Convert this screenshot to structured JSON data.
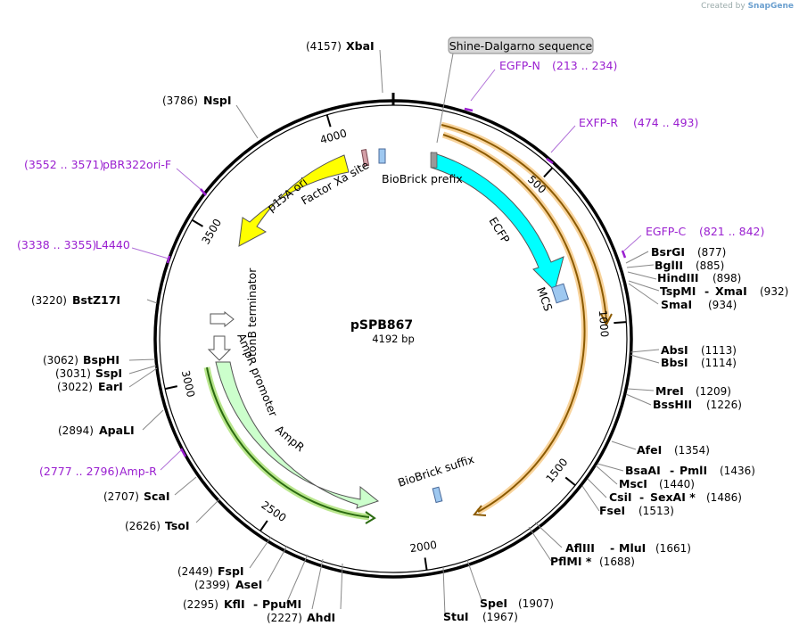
{
  "credit": {
    "prefix": "Created by",
    "brand": "SnapGene"
  },
  "plasmid": {
    "name": "pSPB867",
    "length_label": "4192 bp",
    "length_bp": 4192
  },
  "ticks": [
    "500",
    "1000",
    "1500",
    "2000",
    "2500",
    "3000",
    "3500",
    "4000"
  ],
  "features": [
    {
      "id": "bbprefix",
      "label": "BioBrick prefix",
      "color": "#9ec8f0"
    },
    {
      "id": "ecfp",
      "label": "ECFP",
      "color": "#00ffff"
    },
    {
      "id": "mcs",
      "label": "MCS",
      "color": "#9ec8f0"
    },
    {
      "id": "bbsuffix",
      "label": "BioBrick suffix",
      "color": "#9ec8f0"
    },
    {
      "id": "ampr",
      "label": "AmpR",
      "color": "#ccffcc"
    },
    {
      "id": "amprprom",
      "label": "AmpR promoter",
      "color": "#ccffcc"
    },
    {
      "id": "toonb",
      "label": "tonB terminator",
      "color": "#ffffff"
    },
    {
      "id": "p15a",
      "label": "p15A ori",
      "color": "#ffff00"
    },
    {
      "id": "factorxa",
      "label": "Factor Xa site",
      "color": "#d4a0a8"
    }
  ],
  "callout": {
    "label": "Shine-Dalgarno sequence"
  },
  "primers": [
    {
      "name": "EGFP-N",
      "range": "(213 .. 234)"
    },
    {
      "name": "EXFP-R",
      "range": "(474 .. 493)"
    },
    {
      "name": "EGFP-C",
      "range": "(821 .. 842)"
    },
    {
      "name": "Amp-R",
      "range": "(2777 .. 2796)"
    },
    {
      "name": "L4440",
      "range": "(3338 .. 3355)"
    },
    {
      "name": "pBR322ori-F",
      "range": "(3552 .. 3571)"
    }
  ],
  "sites_right": [
    {
      "parts": [
        "BsrGI"
      ],
      "pos": "(877)"
    },
    {
      "parts": [
        "BglII"
      ],
      "pos": "(885)"
    },
    {
      "parts": [
        "HindIII"
      ],
      "pos": "(898)"
    },
    {
      "parts": [
        "TspMI",
        "XmaI"
      ],
      "pos": "(932)"
    },
    {
      "parts": [
        "SmaI"
      ],
      "pos": "(934)"
    },
    {
      "parts": [
        "AbsI"
      ],
      "pos": "(1113)"
    },
    {
      "parts": [
        "BbsI"
      ],
      "pos": "(1114)"
    },
    {
      "parts": [
        "MreI"
      ],
      "pos": "(1209)"
    },
    {
      "parts": [
        "BssHII"
      ],
      "pos": "(1226)"
    },
    {
      "parts": [
        "AfeI"
      ],
      "pos": "(1354)"
    },
    {
      "parts": [
        "BsaAI",
        "PmlI"
      ],
      "pos": "(1436)"
    },
    {
      "parts": [
        "MscI"
      ],
      "pos": "(1440)"
    },
    {
      "parts": [
        "CsiI",
        "SexAI *"
      ],
      "pos": "(1486)"
    },
    {
      "parts": [
        "FseI"
      ],
      "pos": "(1513)"
    },
    {
      "parts": [
        "AflIII",
        "MluI"
      ],
      "pos": "(1661)"
    },
    {
      "parts": [
        "PflMI *"
      ],
      "pos": "(1688)"
    },
    {
      "parts": [
        "SpeI"
      ],
      "pos": "(1907)"
    },
    {
      "parts": [
        "StuI"
      ],
      "pos": "(1967)"
    }
  ],
  "sites_left": [
    {
      "parts": [
        "XbaI"
      ],
      "pos": "(4157)"
    },
    {
      "parts": [
        "NspI"
      ],
      "pos": "(3786)"
    },
    {
      "parts": [
        "BstZ17I"
      ],
      "pos": "(3220)"
    },
    {
      "parts": [
        "BspHI"
      ],
      "pos": "(3062)"
    },
    {
      "parts": [
        "SspI"
      ],
      "pos": "(3031)"
    },
    {
      "parts": [
        "EarI"
      ],
      "pos": "(3022)"
    },
    {
      "parts": [
        "ApaLI"
      ],
      "pos": "(2894)"
    },
    {
      "parts": [
        "ScaI"
      ],
      "pos": "(2707)"
    },
    {
      "parts": [
        "TsoI"
      ],
      "pos": "(2626)"
    },
    {
      "parts": [
        "FspI"
      ],
      "pos": "(2449)"
    },
    {
      "parts": [
        "AseI"
      ],
      "pos": "(2399)"
    },
    {
      "parts": [
        "KflI",
        "PpuMI"
      ],
      "pos": "(2295)"
    },
    {
      "parts": [
        "AhdI"
      ],
      "pos": "(2227)"
    }
  ]
}
